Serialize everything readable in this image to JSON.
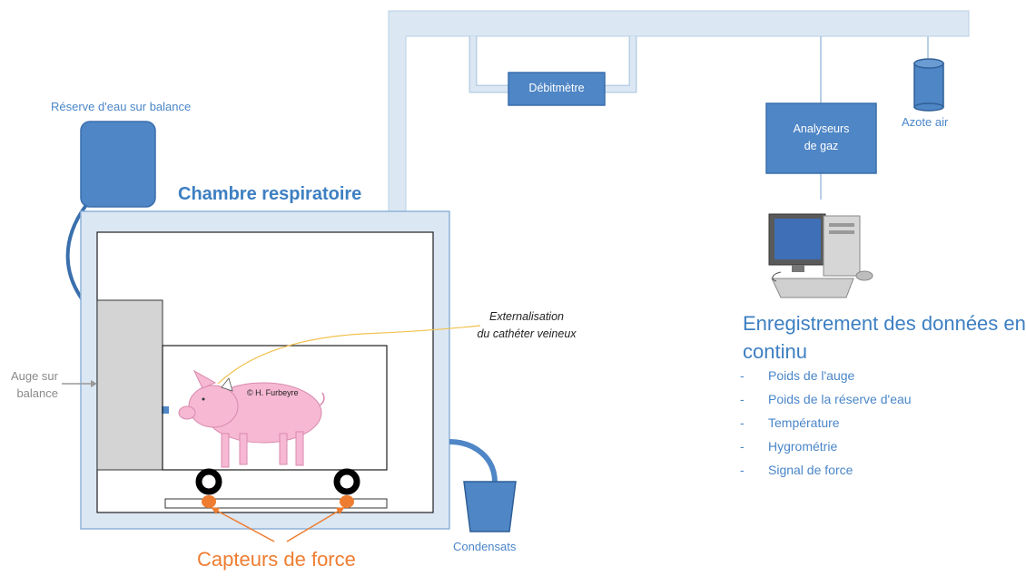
{
  "labels": {
    "water_reserve": "Réserve d'eau sur balance",
    "flowmeter": "Débitmètre",
    "gas_analyzer": [
      "Analyseurs",
      "de gaz"
    ],
    "nitrogen": "Azote air",
    "chamber": "Chambre respiratoire",
    "trough": [
      "Auge sur",
      "balance"
    ],
    "catheter": [
      "Externalisation",
      "du cathéter veineux"
    ],
    "copyright": "© H. Furbeyre",
    "recording_title": [
      "Enregistrement des données en",
      "continu"
    ],
    "recording_items": [
      "Poids de l'auge",
      "Poids de la réserve d'eau",
      "Température",
      "Hygrométrie",
      "Signal de force"
    ],
    "condensates": "Condensats",
    "force_sensors": "Capteurs de force"
  },
  "colors": {
    "pipe": "#dbe7f3",
    "pipe_edge": "#b8cfe6",
    "box_fill": "#4f86c6",
    "box_edge": "#3a6fad",
    "accent_blue": "#3d7fc2",
    "trough_gray": "#d4d4d4",
    "pig_pink": "#f6b8d2",
    "sensor_orange": "#ef7d31",
    "catheter_yellow": "#f2c14e"
  }
}
